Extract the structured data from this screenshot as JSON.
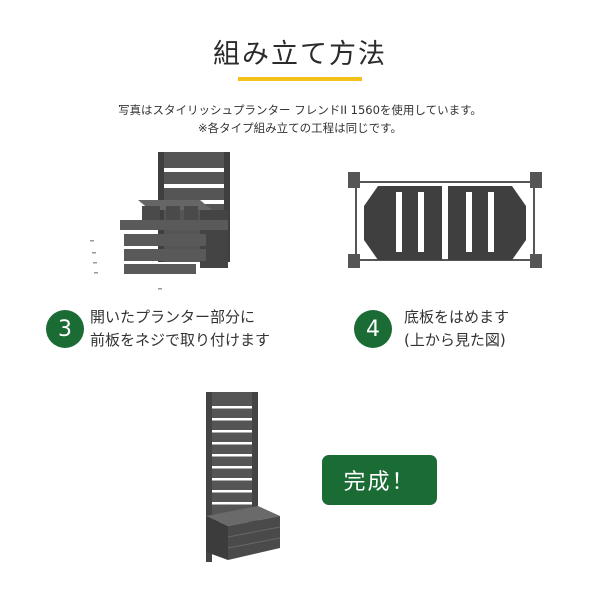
{
  "header": {
    "title": "組み立て方法",
    "note_line1": "写真はスタイリッシュプランター フレンドII 1560を使用しています。",
    "note_line2": "※各タイプ組み立ての工程は同じです。"
  },
  "steps": [
    {
      "number": "3",
      "line1": "開いたプランター部分に",
      "line2": "前板をネジで取り付けます"
    },
    {
      "number": "4",
      "line1": "底板をはめます",
      "line2": "(上から見た図)"
    }
  ],
  "completion": {
    "label": "完成！"
  },
  "colors": {
    "accent": "#f2c21b",
    "brand_green": "#1b6b34",
    "panel_gray": "#4f4f4f"
  }
}
